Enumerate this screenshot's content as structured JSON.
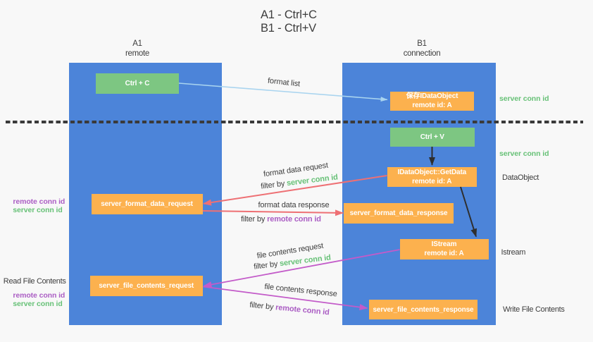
{
  "title": {
    "line1": "A1 - Ctrl+C",
    "line2": "B1 - Ctrl+V"
  },
  "columns": {
    "a": {
      "name": "A1",
      "role": "remote"
    },
    "b": {
      "name": "B1",
      "role": "connection"
    }
  },
  "nodes": {
    "ctrl_c": {
      "label": "Ctrl + C"
    },
    "ctrl_v": {
      "label": "Ctrl + V"
    },
    "save_dataobject": {
      "line1": "保存IDataObject",
      "line2": "remote id: A"
    },
    "getdata": {
      "line1": "IDataObject::GetData",
      "line2": "remote id: A"
    },
    "istream": {
      "line1": "IStream",
      "line2": "remote id: A"
    },
    "format_request": {
      "label": "server_format_data_request"
    },
    "format_response": {
      "label": "server_format_data_response"
    },
    "file_request": {
      "label": "server_file_contents_request"
    },
    "file_response": {
      "label": "server_file_contents_response"
    }
  },
  "arrow_labels": {
    "format_list": "format list",
    "format_data_request": "format data request",
    "format_data_request_filter": {
      "prefix": "filter by ",
      "key": "server conn id"
    },
    "format_data_response": "format data response",
    "format_data_response_filter": {
      "prefix": "filter by ",
      "key": "remote conn id"
    },
    "file_contents_request": "file contents request",
    "file_contents_request_filter": {
      "prefix": "filter by ",
      "key": "server conn id"
    },
    "file_contents_response": "file contents response",
    "file_contents_response_filter": {
      "prefix": "filter by ",
      "key": "remote conn id"
    }
  },
  "side_labels": {
    "server_conn_id_top": "server conn id",
    "server_conn_id_mid": "server conn id",
    "dataobject": "DataObject",
    "istream": "Istream",
    "write_file_contents": "Write File Contents"
  },
  "left_labels": {
    "format": {
      "remote_conn_id": "remote conn id",
      "server_conn_id": "server conn id"
    },
    "read_file_contents": "Read File Contents",
    "file": {
      "remote_conn_id": "remote conn id",
      "server_conn_id": "server conn id"
    }
  },
  "colors": {
    "background": "#f8f8f8",
    "panel_blue": "#4c84d9",
    "node_orange": "#fcb14e",
    "node_green": "#7dc682",
    "node_text": "#ffffff",
    "text_dark": "#3d3d3d",
    "conn_id_green": "#67c177",
    "conn_id_purple": "#ab5ec4",
    "arrow_red": "#ee7074",
    "arrow_magenta": "#c35bc9",
    "arrow_light_blue": "#a9d4ef",
    "arrow_black": "#2e2e2e",
    "divider_dark": "#3a3a3a"
  }
}
